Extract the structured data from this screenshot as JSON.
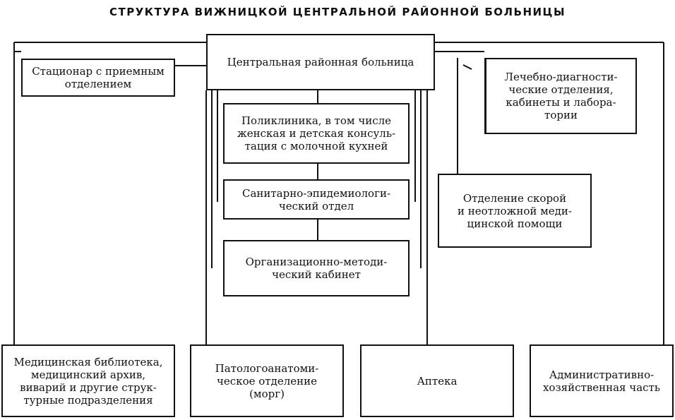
{
  "title": "СТРУКТУРА ВИЖНИЦКОЙ ЦЕНТРАЛЬНОЙ РАЙОННОЙ БОЛЬНИЦЫ",
  "nodes": {
    "central": "Центральная районная больница",
    "inpatient": "Стационар с приемным\nотделением",
    "diagnostic": "Лечебно-диагности-\nческие отделения,\nкабинеты и лабора-\nтории",
    "polyclinic": "Поликлиника, в том числе\nженская и детская консуль-\nтация с молочной кухней",
    "sanitary": "Санитарно-эпидемиологи-\nческий отдел",
    "organizational": "Организационно-методи-\nческий кабинет",
    "emergency": "Отделение скорой\nи неотложной меди-\nцинской помощи",
    "library": "Медицинская библиотека,\nмедицинский архив,\nвиварий и другие струк-\nтурные подразделения",
    "morgue": "Патологоанатоми-\nческое отделение\n(морг)",
    "pharmacy": "Аптека",
    "administrative": "Административно-\nхозяйственная часть"
  }
}
